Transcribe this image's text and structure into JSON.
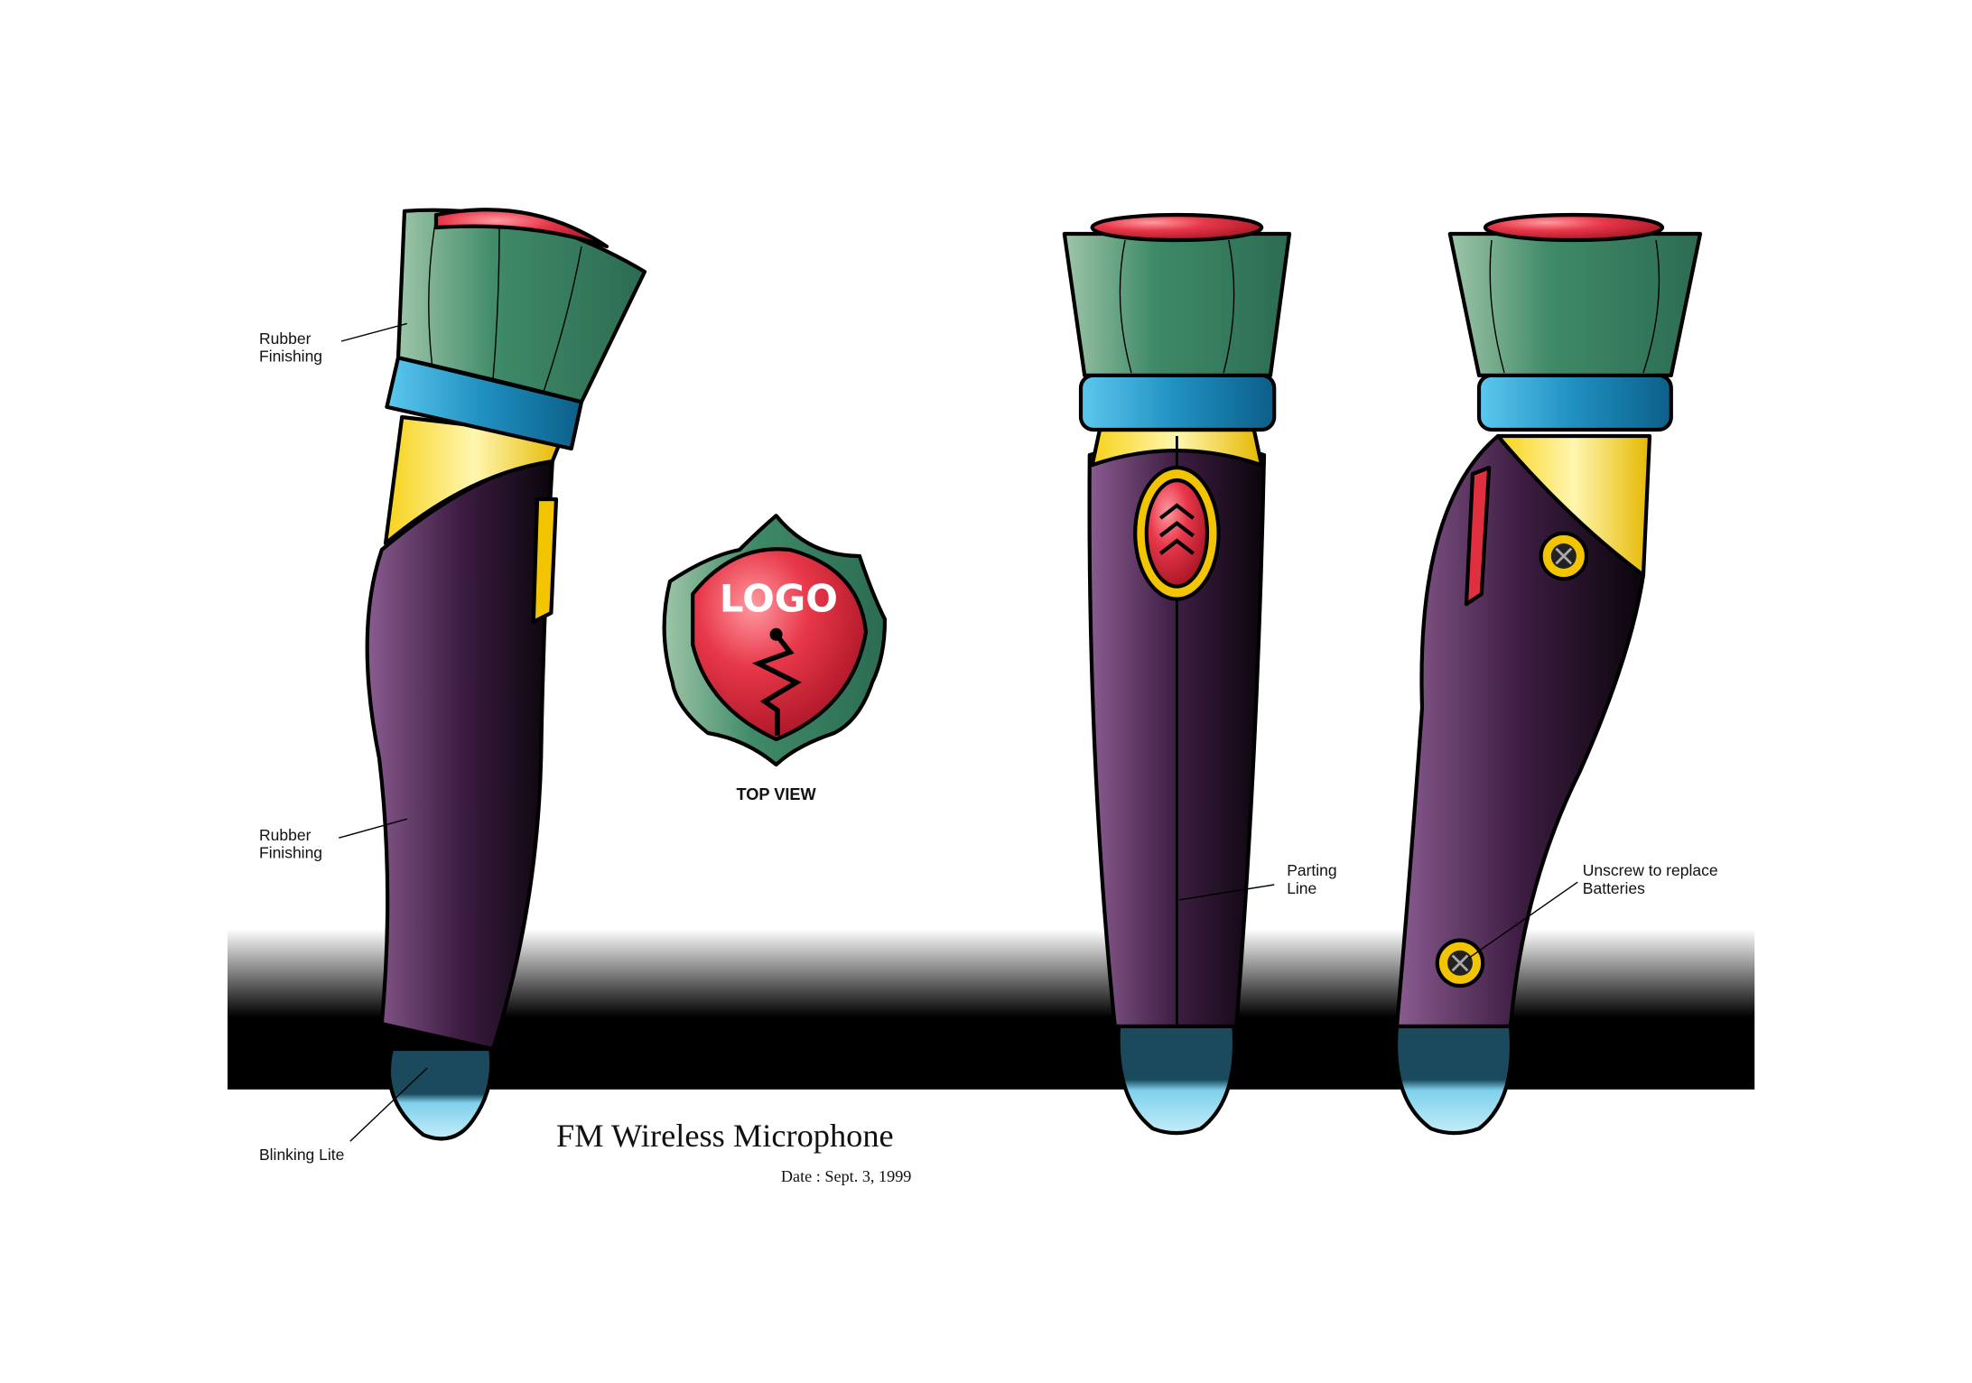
{
  "title": "FM Wireless Microphone",
  "date": "Date : Sept. 3, 1999",
  "top_view": {
    "label": "TOP VIEW",
    "logo_text": "LOGO"
  },
  "callouts": {
    "rubber_head": [
      "Rubber",
      "Finishing"
    ],
    "rubber_body": [
      "Rubber",
      "Finishing"
    ],
    "blinking": "Blinking Lite",
    "parting": [
      "Parting",
      "Line"
    ],
    "unscrew": [
      "Unscrew to replace",
      "Batteries"
    ]
  },
  "colors": {
    "head": "#3f8a68",
    "ring": "#1f8fc0",
    "collar": "#f3c400",
    "body": "#4a2450",
    "cap": "#9fdcf0",
    "button": "#e03040"
  }
}
